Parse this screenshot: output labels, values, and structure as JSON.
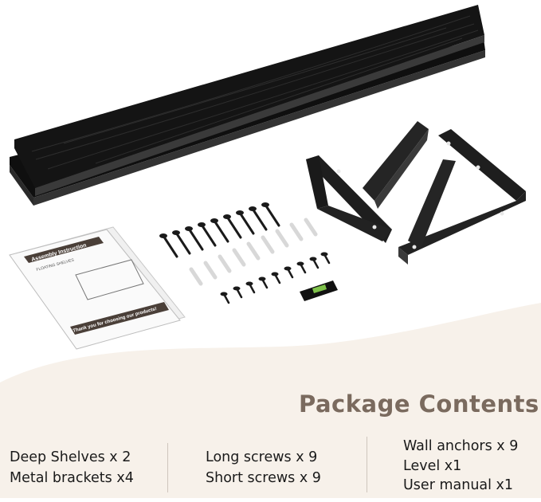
{
  "package": {
    "heading": "Package Contents",
    "columns": [
      [
        "Deep Shelves  x 2",
        "Metal brackets x4"
      ],
      [
        "Long screws x 9",
        "Short screws x 9"
      ],
      [
        "Wall anchors x 9",
        "Level x1",
        "User manual x1"
      ]
    ]
  },
  "manual": {
    "title": "Assembly Instruction",
    "subtitle": "FLOATING SHELVES",
    "thanks": "Thank you for choosing our products!"
  },
  "colors": {
    "heading": "#7a6a5e",
    "curve_fill": "#f7f1ea",
    "shelf": "#141414",
    "bracket": "#1a1a1a"
  }
}
